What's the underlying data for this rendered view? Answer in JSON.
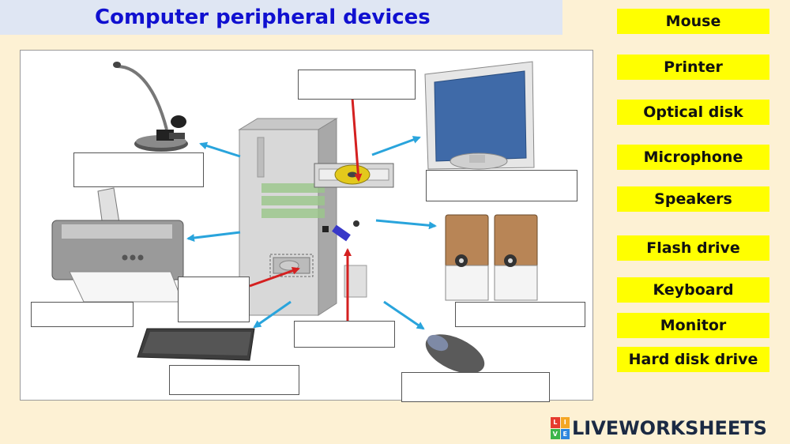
{
  "header": {
    "title": "Computer peripheral devices"
  },
  "labels": [
    "Mouse",
    "Printer",
    "Optical disk",
    "Microphone",
    "Speakers",
    "Flash drive",
    "Keyboard",
    "Monitor",
    "Hard disk drive"
  ],
  "logo": {
    "text": "LIVEWORKSHEETS",
    "mark": [
      "L",
      "I",
      "V",
      "E"
    ]
  },
  "colors": {
    "background": "#fdf1d4",
    "title": "#1010d0",
    "label_bg": "#ffff00",
    "arrow_blue": "#29a4dc",
    "arrow_red": "#d42020"
  },
  "icons": [
    "microphone-icon",
    "computer-tower-icon",
    "monitor-icon",
    "printer-icon",
    "speakers-icon",
    "keyboard-icon",
    "mouse-icon",
    "optical-disk-icon",
    "flash-drive-icon",
    "hard-disk-icon"
  ]
}
